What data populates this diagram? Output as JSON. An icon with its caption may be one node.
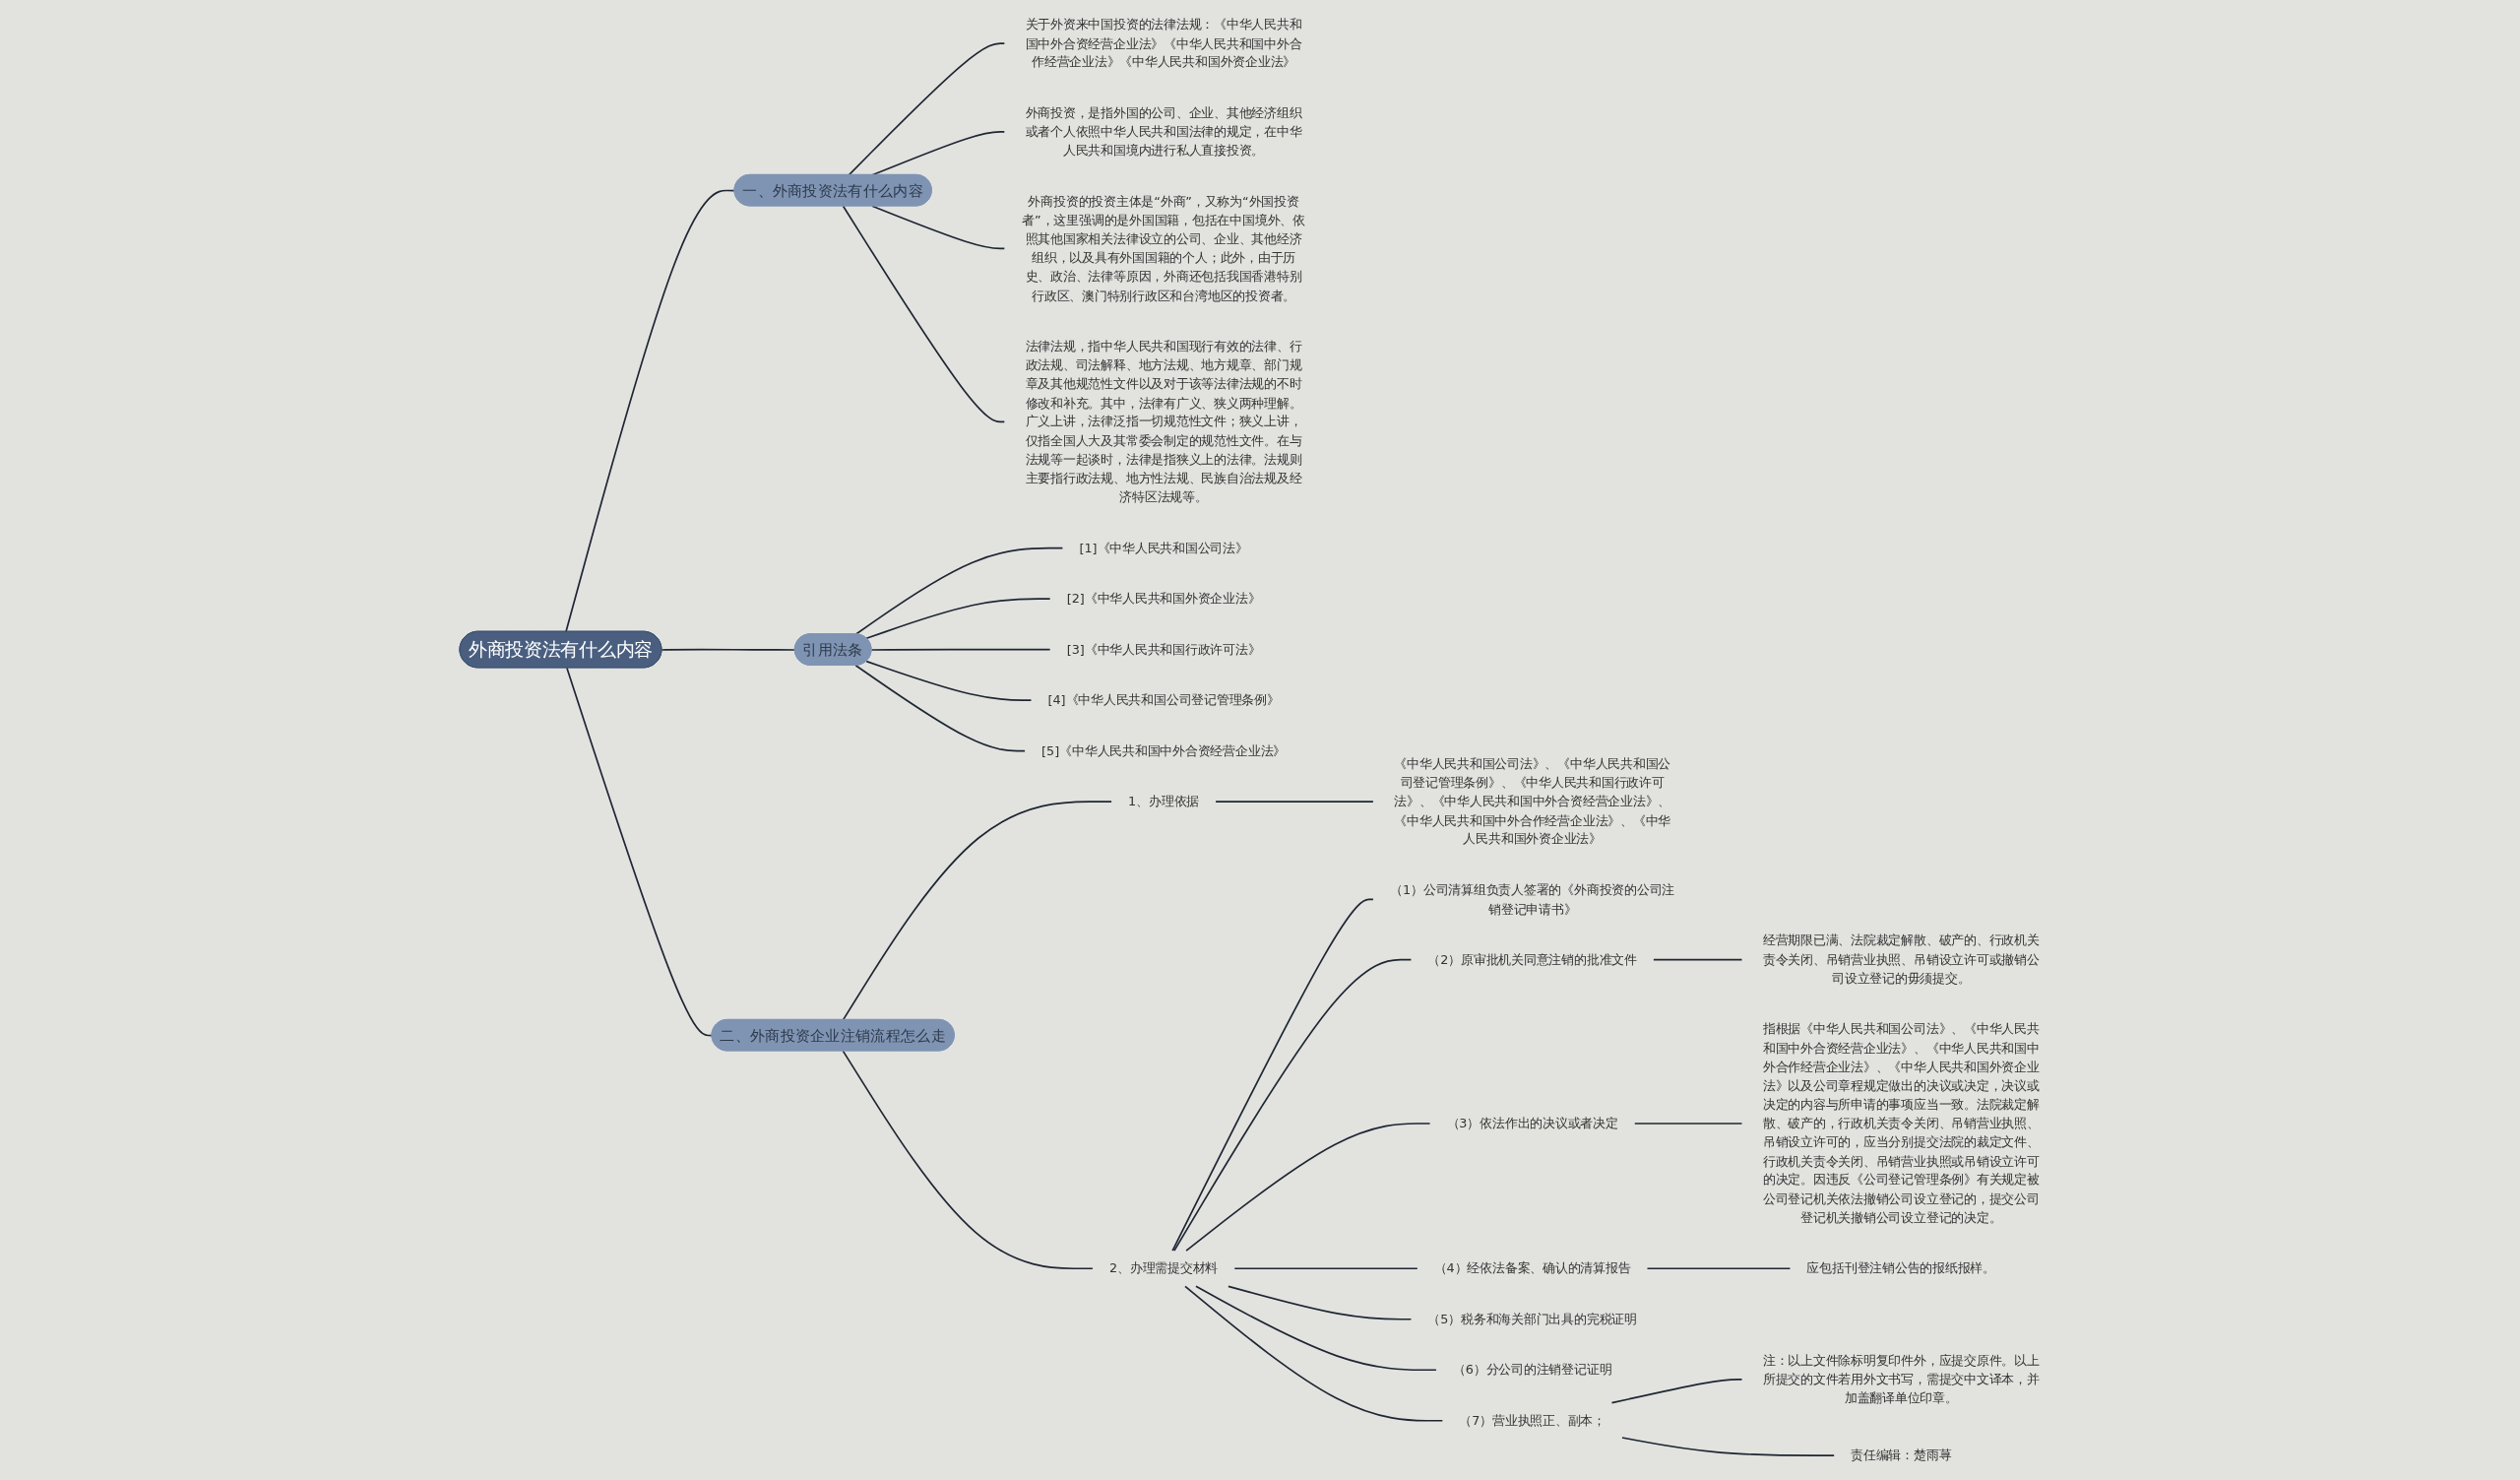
{
  "diagram": {
    "nodes": [
      {
        "text": [
          "外商投资法有什么内容"
        ]
      },
      {
        "text": [
          "一、外商投资法有什么内容"
        ]
      },
      {
        "text": [
          "关于外资来中国投资的法律法规：《中华人民共和国中外合资经营企业法》《中华人民共和国中外合作经营企业法》《中华人民共和国外资企业法》"
        ]
      },
      {
        "text": [
          "外商投资，是指外国的公司、企业、其他经济组织或者个人依照中华人民共和国法律的规定，在中华人民共和国境内进行私人直接投资。"
        ]
      },
      {
        "text": [
          "外商投资的投资主体是“外商”，又称为“外国投资者”，这里强调的是外国国籍，包括在中国境外、依照其他国家相关法律设立的公司、企业、其他经济组织，以及具有外国国籍的个人；此外，由于历史、政治、法律等原因，外商还包括我国香港特别行政区、澳门特别行政区和台湾地区的投资者。"
        ]
      },
      {
        "text": [
          "法律法规，指中华人民共和国现行有效的法律、行政法规、司法解释、地方法规、地方规章、部门规章及其他规范性文件以及对于该等法律法规的不时修改和补充。其中，法律有广义、狭义两种理解。广义上讲，法律泛指一切规范性文件；狭义上讲，仅指全国人大及其常委会制定的规范性文件。在与法规等一起谈时，法律是指狭义上的法律。法规则主要指行政法规、地方性法规、民族自治法规及经济特区法规等。"
        ]
      },
      {
        "text": [
          "引用法条"
        ]
      },
      {
        "text": [
          "[1]《中华人民共和国公司法》"
        ]
      },
      {
        "text": [
          "[2]《中华人民共和国外资企业法》"
        ]
      },
      {
        "text": [
          "[3]《中华人民共和国行政许可法》"
        ]
      },
      {
        "text": [
          "[4]《中华人民共和国公司登记管理条例》"
        ]
      },
      {
        "text": [
          "[5]《中华人民共和国中外合资经营企业法》"
        ]
      },
      {
        "text": [
          "二、外商投资企业注销流程怎么走"
        ]
      },
      {
        "text": [
          "1、办理依据"
        ]
      },
      {
        "text": [
          "《中华人民共和国公司法》、《中华人民共和国公司登记管理条例》、《中华人民共和国行政许可法》、《中华人民共和国中外合资经营企业法》、《中华人民共和国中外合作经营企业法》、《中华人民共和国外资企业法》"
        ]
      },
      {
        "text": [
          "2、办理需提交材料"
        ]
      },
      {
        "text": [
          "（1）公司清算组负责人签署的《外商投资的公司注销登记申请书》"
        ]
      },
      {
        "text": [
          "（2）原审批机关同意注销的批准文件"
        ]
      },
      {
        "text": [
          "经营期限已满、法院裁定解散、破产的、行政机关责令关闭、吊销营业执照、吊销设立许可或撤销公司设立登记的毋须提交。"
        ]
      },
      {
        "text": [
          "（3）依法作出的决议或者决定"
        ]
      },
      {
        "text": [
          "指根据《中华人民共和国公司法》、《中华人民共和国中外合资经营企业法》、《中华人民共和国中外合作经营企业法》、《中华人民共和国外资企业法》以及公司章程规定做出的决议或决定，决议或决定的内容与所申请的事项应当一致。法院裁定解散、破产的，行政机关责令关闭、吊销营业执照、吊销设立许可的，应当分别提交法院的裁定文件、行政机关责令关闭、吊销营业执照或吊销设立许可的决定。因违反《公司登记管理条例》有关规定被公司登记机关依法撤销公司设立登记的，提交公司登记机关撤销公司设立登记的决定。"
        ]
      },
      {
        "text": [
          "（4）经依法备案、确认的清算报告"
        ]
      },
      {
        "text": [
          "应包括刊登注销公告的报纸报样。"
        ]
      },
      {
        "text": [
          "（5）税务和海关部门出具的完税证明"
        ]
      },
      {
        "text": [
          "（6）分公司的注销登记证明"
        ]
      },
      {
        "text": [
          "（7）营业执照正、副本；"
        ]
      },
      {
        "text": [
          "注：以上文件除标明复印件外，应提交原件。以上所提交的文件若用外文书写，需提交中文译本，并加盖翻译单位印章。"
        ]
      },
      {
        "text": [
          "责任编辑：楚雨荨"
        ]
      }
    ],
    "edges": [
      {
        "from": 0,
        "to": 1,
        "arrow": "none"
      },
      {
        "from": 1,
        "to": 2,
        "arrow": "none"
      },
      {
        "from": 1,
        "to": 3,
        "arrow": "none"
      },
      {
        "from": 1,
        "to": 4,
        "arrow": "none"
      },
      {
        "from": 1,
        "to": 5,
        "arrow": "none"
      },
      {
        "from": 0,
        "to": 6,
        "arrow": "none"
      },
      {
        "from": 6,
        "to": 7,
        "arrow": "none"
      },
      {
        "from": 6,
        "to": 8,
        "arrow": "none"
      },
      {
        "from": 6,
        "to": 9,
        "arrow": "none"
      },
      {
        "from": 6,
        "to": 10,
        "arrow": "none"
      },
      {
        "from": 6,
        "to": 11,
        "arrow": "none"
      },
      {
        "from": 0,
        "to": 12,
        "arrow": "none"
      },
      {
        "from": 12,
        "to": 13,
        "arrow": "none"
      },
      {
        "from": 13,
        "to": 14,
        "arrow": "none"
      },
      {
        "from": 12,
        "to": 15,
        "arrow": "none"
      },
      {
        "from": 15,
        "to": 16,
        "arrow": "none"
      },
      {
        "from": 15,
        "to": 17,
        "arrow": "none"
      },
      {
        "from": 17,
        "to": 18,
        "arrow": "none"
      },
      {
        "from": 15,
        "to": 19,
        "arrow": "none"
      },
      {
        "from": 19,
        "to": 20,
        "arrow": "none"
      },
      {
        "from": 15,
        "to": 21,
        "arrow": "none"
      },
      {
        "from": 21,
        "to": 22,
        "arrow": "none"
      },
      {
        "from": 15,
        "to": 23,
        "arrow": "none"
      },
      {
        "from": 15,
        "to": 24,
        "arrow": "none"
      },
      {
        "from": 15,
        "to": 25,
        "arrow": "none"
      },
      {
        "from": 25,
        "to": 26,
        "arrow": "none"
      },
      {
        "from": 25,
        "to": 27,
        "arrow": "none"
      }
    ]
  }
}
